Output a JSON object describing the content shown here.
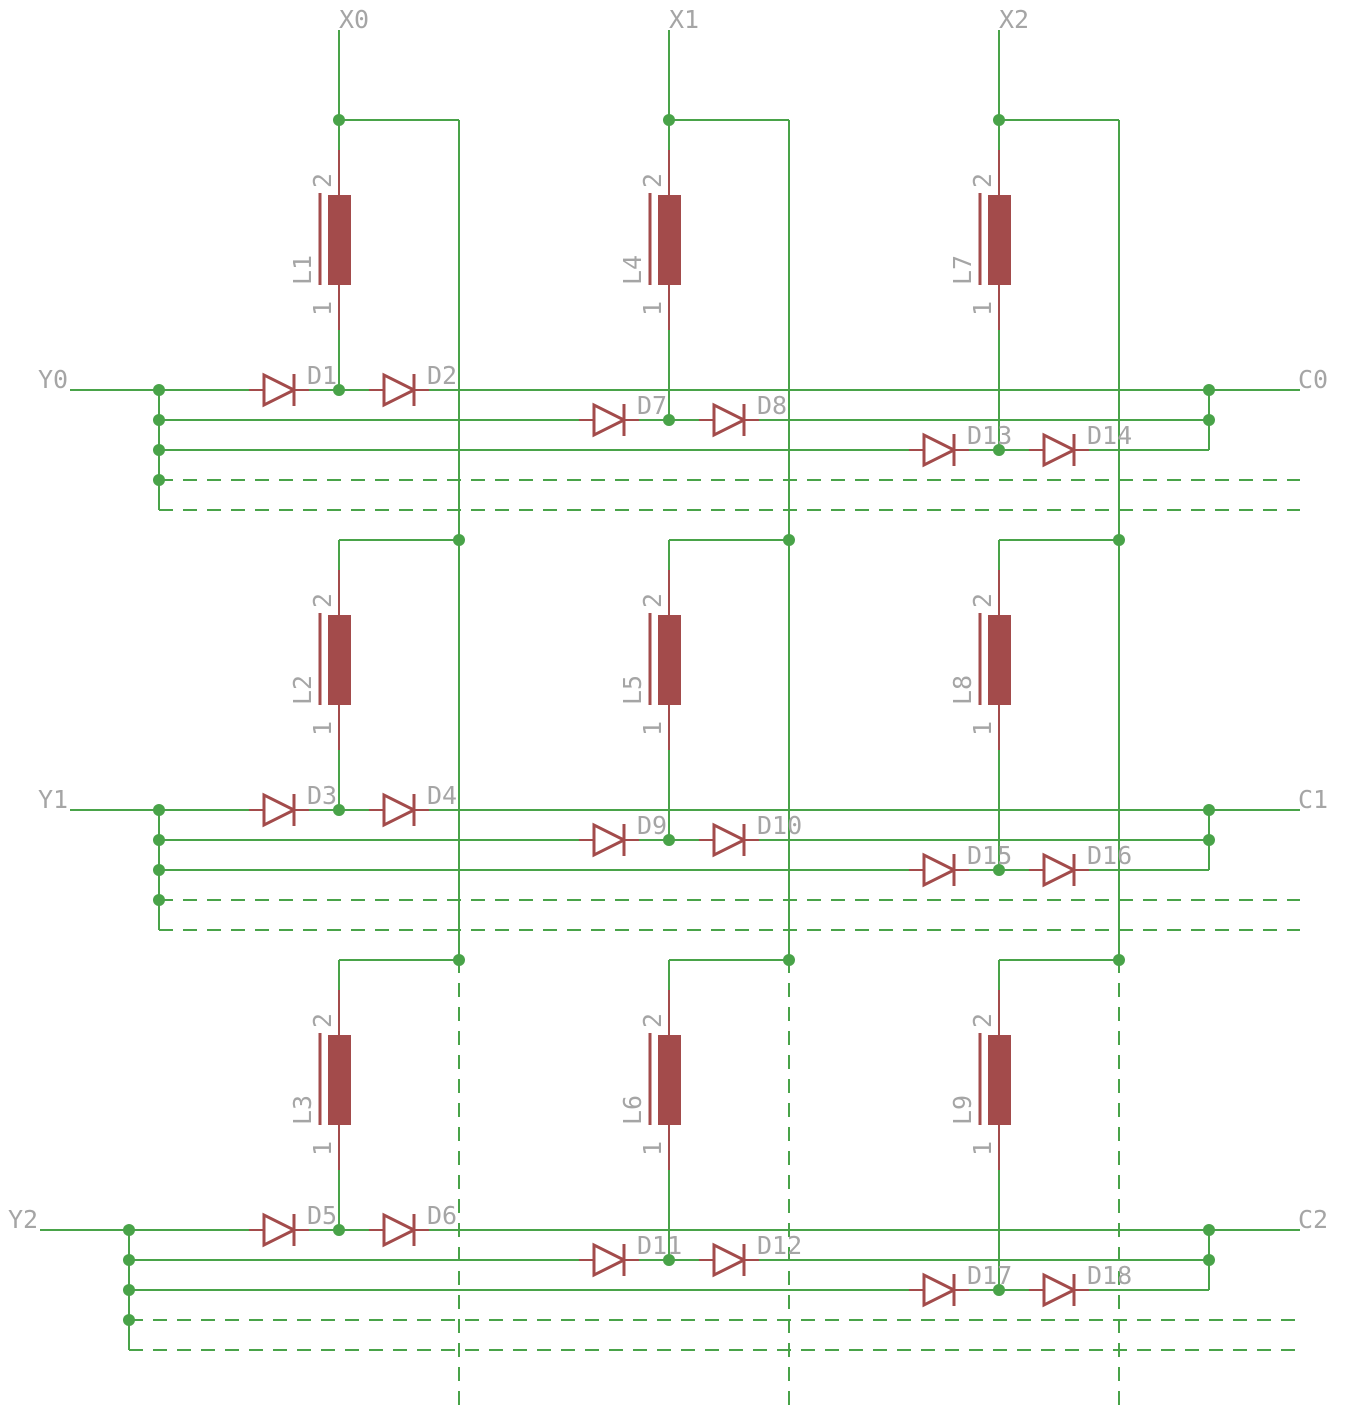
{
  "colors": {
    "wire": "#49a349",
    "part": "#a34b4b",
    "label": "#a5a5a5"
  },
  "x_nets": [
    "X0",
    "X1",
    "X2"
  ],
  "y_nets": [
    "Y0",
    "Y1",
    "Y2"
  ],
  "c_nets": [
    "C0",
    "C1",
    "C2"
  ],
  "coils": [
    [
      "L1",
      "L2",
      "L3"
    ],
    [
      "L4",
      "L5",
      "L6"
    ],
    [
      "L7",
      "L8",
      "L9"
    ]
  ],
  "diodes": [
    [
      [
        "D1",
        "D2"
      ],
      [
        "D3",
        "D4"
      ],
      [
        "D5",
        "D6"
      ]
    ],
    [
      [
        "D7",
        "D8"
      ],
      [
        "D9",
        "D10"
      ],
      [
        "D11",
        "D12"
      ]
    ],
    [
      [
        "D13",
        "D14"
      ],
      [
        "D15",
        "D16"
      ],
      [
        "D17",
        "D18"
      ]
    ]
  ],
  "pin_labels": {
    "top": "2",
    "bottom": "1"
  }
}
